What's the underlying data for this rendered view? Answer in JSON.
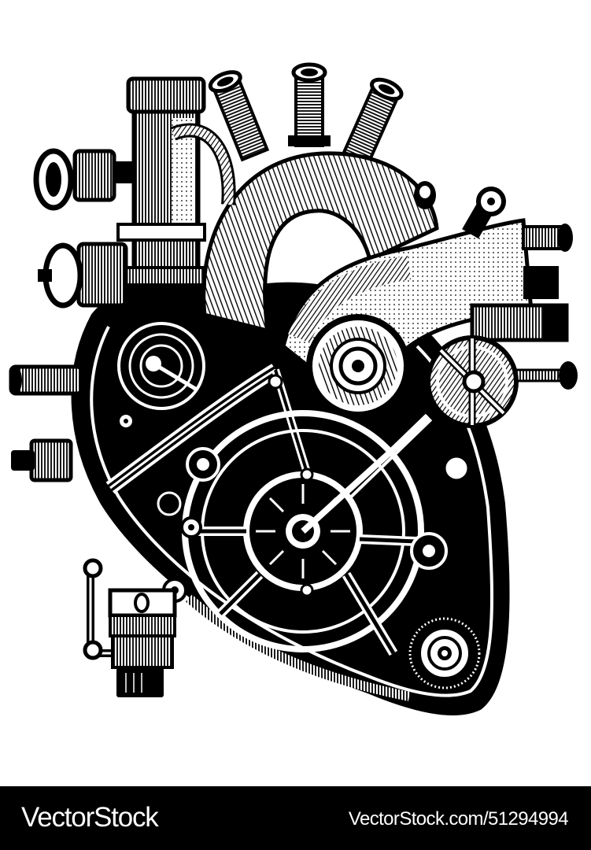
{
  "image": {
    "subject": "Steampunk mechanical heart engraving",
    "style": "black-and-white woodcut / engraving illustration",
    "background": "#ffffff",
    "ink": "#000000",
    "elements": [
      {
        "name": "aorta-arch",
        "desc": "large ribbed curved tube across top"
      },
      {
        "name": "top-pipes",
        "desc": "three threaded pipes protruding upward"
      },
      {
        "name": "left-valve-column",
        "desc": "tall cylindrical column with knurled cap and side pipe"
      },
      {
        "name": "left-knobs",
        "desc": "two knurled dial knobs on left side"
      },
      {
        "name": "right-pipes",
        "desc": "stacked horizontal pipes and bolt on right side"
      },
      {
        "name": "left-gear",
        "desc": "spiral gear on upper-left chamber"
      },
      {
        "name": "center-top-gear",
        "desc": "concentric dial gear at upper center"
      },
      {
        "name": "right-wheel",
        "desc": "spoked valve wheel on right"
      },
      {
        "name": "main-gear",
        "desc": "large central spoked wheel with piston rod"
      },
      {
        "name": "bottom-right-gear",
        "desc": "toothed cog near heart apex"
      },
      {
        "name": "bottom-left-fitting",
        "desc": "cylindrical fitting with bracket at lower left"
      }
    ]
  },
  "footer": {
    "brand": "VectorStock",
    "image_id_text": "VectorStock.com/51294994",
    "background": "#000000",
    "text_color": "#ffffff"
  }
}
